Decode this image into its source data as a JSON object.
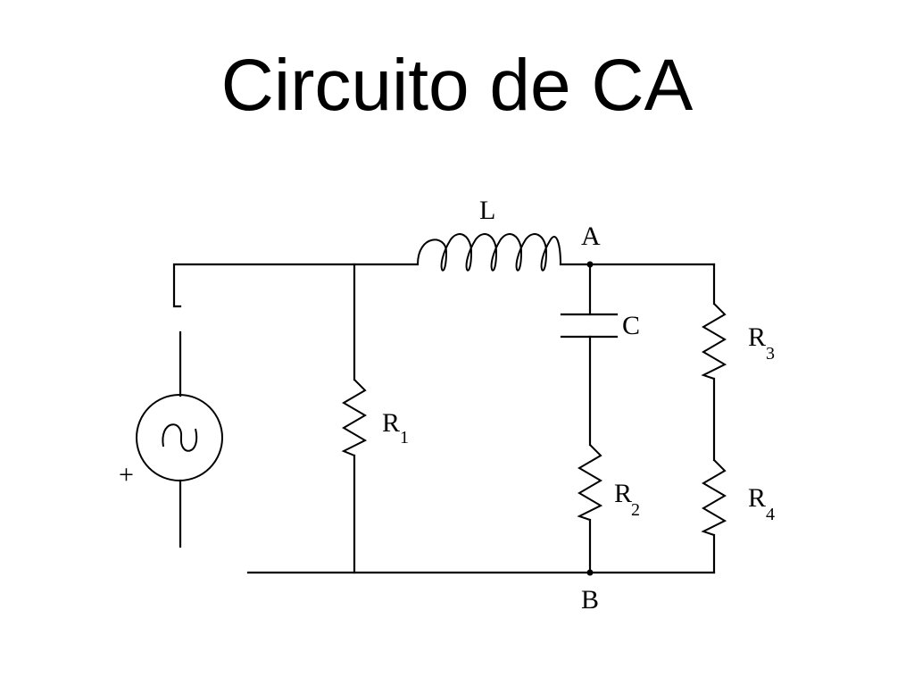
{
  "title": "Circuito de CA",
  "labels": {
    "inductor": "L",
    "capacitor": "C",
    "node_a": "A",
    "node_b": "B",
    "plus": "+",
    "r1": {
      "letter": "R",
      "sub": "1"
    },
    "r2": {
      "letter": "R",
      "sub": "2"
    },
    "r3": {
      "letter": "R",
      "sub": "3"
    },
    "r4": {
      "letter": "R",
      "sub": "4"
    }
  }
}
